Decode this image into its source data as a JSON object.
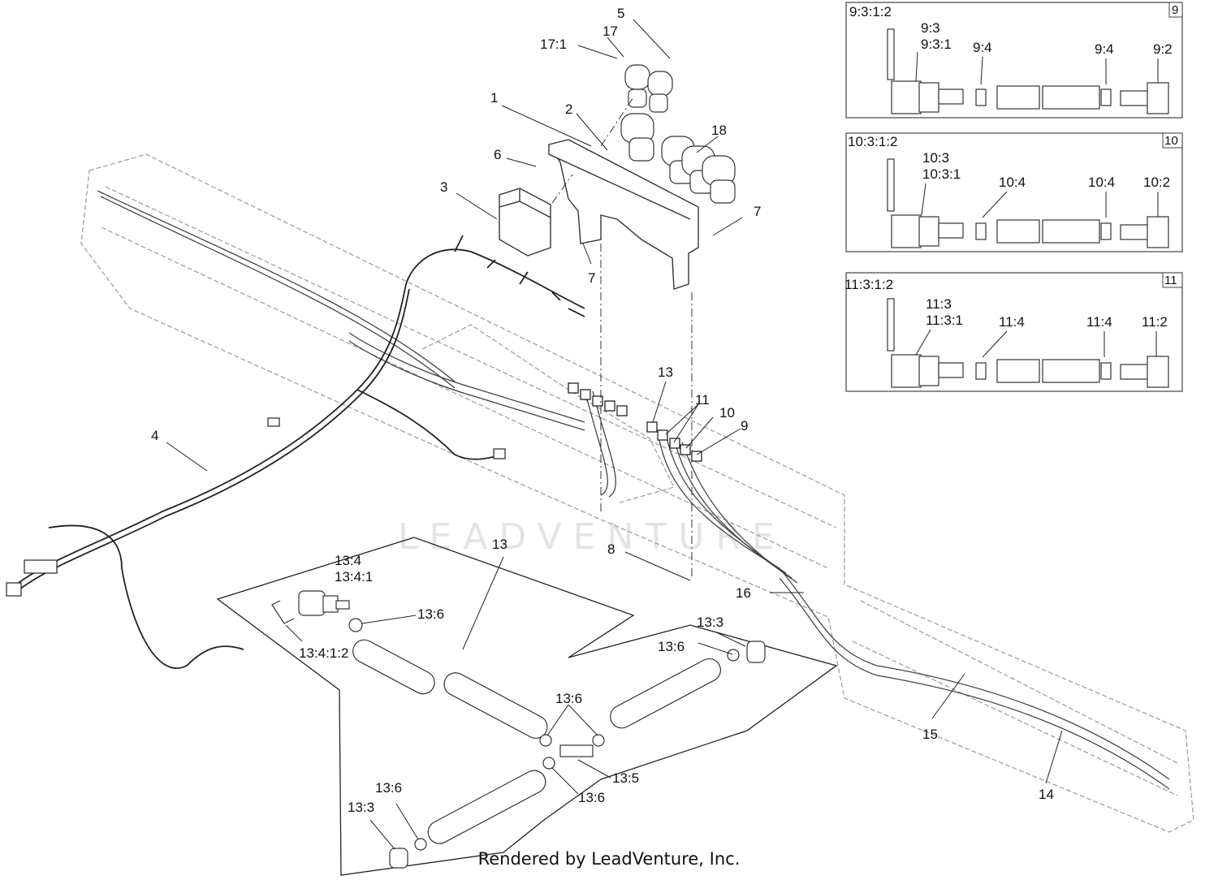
{
  "watermark": "LEADVENTURE",
  "footer": "Rendered by LeadVenture, Inc.",
  "main_callouts": {
    "c1": "1",
    "c2": "2",
    "c3": "3",
    "c4": "4",
    "c5": "5",
    "c6": "6",
    "c7a": "7",
    "c7b": "7",
    "c8": "8",
    "c9": "9",
    "c10": "10",
    "c11": "11",
    "c13": "13",
    "c13b": "13",
    "c14": "14",
    "c15": "15",
    "c16": "16",
    "c17": "17",
    "c17_1": "17:1",
    "c18": "18"
  },
  "detail13": {
    "l13_4": "13:4",
    "l13_4_1": "13:4:1",
    "l13_4_1_2": "13:4:1:2",
    "l13_6a": "13:6",
    "l13_3a": "13:3",
    "l13_6b": "13:6",
    "l13_6c": "13:6",
    "l13_5": "13:5",
    "l13_6d": "13:6",
    "l13_6e": "13:6",
    "l13_3b": "13:3"
  },
  "box9": {
    "number": "9",
    "a": "9:3:1:2",
    "b": "9:3",
    "c": "9:3:1",
    "d": "9:4",
    "e": "9:4",
    "f": "9:2"
  },
  "box10": {
    "number": "10",
    "a": "10:3:1:2",
    "b": "10:3",
    "c": "10:3:1",
    "d": "10:4",
    "e": "10:4",
    "f": "10:2"
  },
  "box11": {
    "number": "11",
    "a": "11:3:1:2",
    "b": "11:3",
    "c": "11:3:1",
    "d": "11:4",
    "e": "11:4",
    "f": "11:2"
  }
}
